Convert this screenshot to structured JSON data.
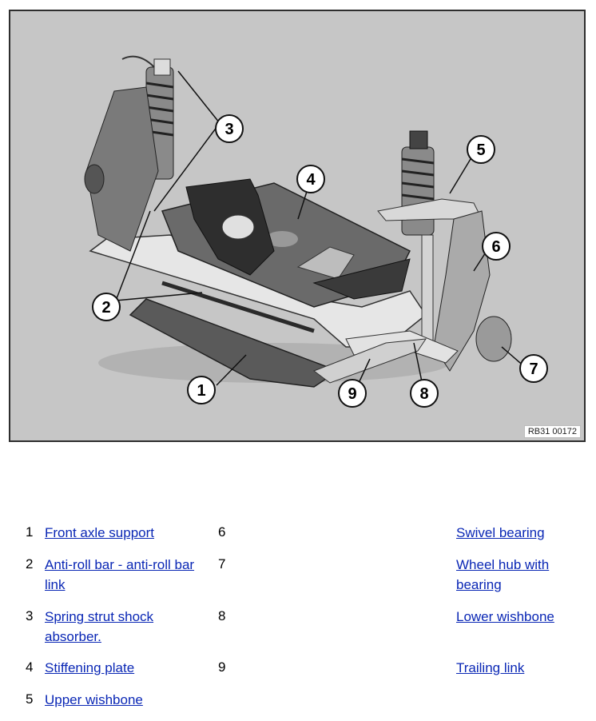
{
  "figure": {
    "code": "RB31 00172",
    "callouts": [
      "1",
      "2",
      "3",
      "4",
      "5",
      "6",
      "7",
      "8",
      "9"
    ]
  },
  "legend": {
    "left": [
      {
        "num": "1",
        "label": "Front axle support"
      },
      {
        "num": "2",
        "label": "Anti-roll bar - anti-roll bar link"
      },
      {
        "num": "3",
        "label": "Spring strut shock absorber."
      },
      {
        "num": "4",
        "label": "Stiffening plate"
      },
      {
        "num": "5",
        "label": "Upper wishbone"
      }
    ],
    "right": [
      {
        "num": "6",
        "label": "Swivel bearing"
      },
      {
        "num": "7",
        "label": "Wheel hub with bearing"
      },
      {
        "num": "8",
        "label": "Lower wishbone"
      },
      {
        "num": "9",
        "label": "Trailing link"
      }
    ]
  }
}
